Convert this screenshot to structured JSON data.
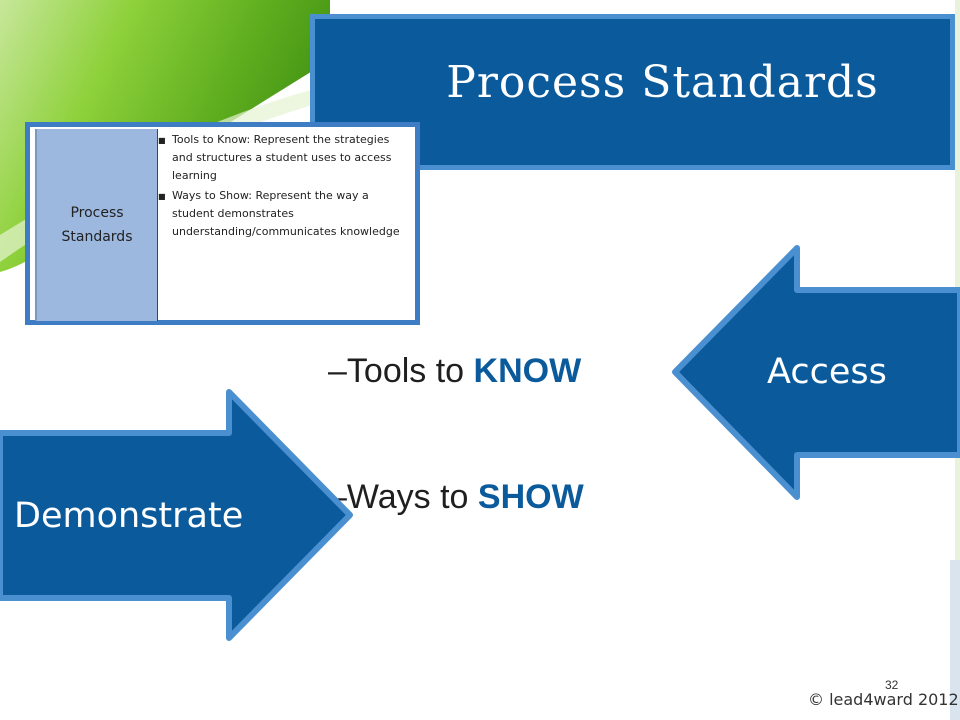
{
  "slide": {
    "title": "Process Standards",
    "table": {
      "left_label_line1": "Process",
      "left_label_line2": "Standards",
      "bullets": [
        "Tools to Know: Represent the strategies and structures a student uses to access learning",
        "Ways to Show: Represent the way a student demonstrates understanding/communicates knowledge"
      ]
    },
    "items": [
      {
        "dash": "–",
        "prefix": "Tools to ",
        "keyword": "KNOW"
      },
      {
        "dash": "–",
        "prefix": "Ways to ",
        "keyword": "SHOW"
      }
    ],
    "arrows": {
      "access_label": "Access",
      "demonstrate_label": "Demonstrate"
    },
    "page_number": "32",
    "copyright": "© lead4ward 2012"
  },
  "colors": {
    "title_bg": "#0a5a9c",
    "arrow_fill": "#0a5a9c",
    "arrow_border": "#4a8fd0",
    "keyword": "#0a5a9c",
    "green_swoosh": "#7cc42a"
  }
}
